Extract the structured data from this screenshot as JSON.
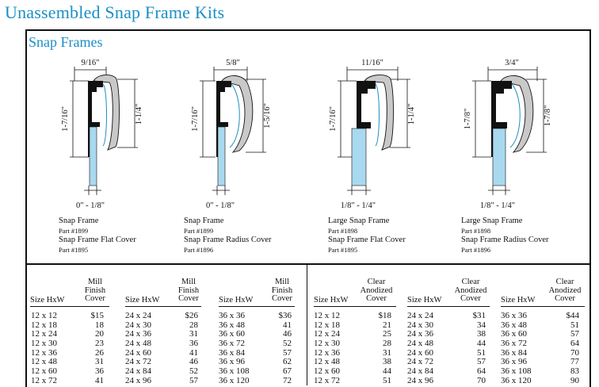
{
  "page": {
    "title": "Unassembled Snap Frame Kits",
    "section_title": "Snap Frames"
  },
  "diagrams": [
    {
      "top_dim": "9/16\"",
      "left_dim": "1-7/16\"",
      "right_dim": "1-1/4\"",
      "bottom_dim": "0\" - 1/8\"",
      "name": "Snap Frame",
      "part": "Part #1899",
      "cover": "Snap Frame Flat Cover",
      "cover_part": "Part #1895"
    },
    {
      "top_dim": "5/8\"",
      "left_dim": "1-7/16\"",
      "right_dim": "1-5/16\"",
      "bottom_dim": "0\" - 1/8\"",
      "name": "Snap Frame",
      "part": "Part #1899",
      "cover": "Snap Frame Radius Cover",
      "cover_part": "Part #1896"
    },
    {
      "top_dim": "11/16\"",
      "left_dim": "1-7/16\"",
      "right_dim": "1-1/4\"",
      "bottom_dim": "1/8\" - 1/4\"",
      "name": "Large Snap Frame",
      "part": "Part #1898",
      "cover": "Snap Frame Flat Cover",
      "cover_part": "Part #1895"
    },
    {
      "top_dim": "3/4\"",
      "left_dim": "1-7/8\"",
      "right_dim": "1-7/8\"",
      "bottom_dim": "1/8\" - 1/4\"",
      "name": "Large Snap Frame",
      "part": "Part #1898",
      "cover": "Snap Frame Radius Cover",
      "cover_part": "Part #1896"
    }
  ],
  "table": {
    "size_header": "Size HxW",
    "mill_header": [
      "Mill",
      "Finish",
      "Cover"
    ],
    "anodized_header": [
      "Clear",
      "Anodized",
      "Cover"
    ],
    "mill_columns": [
      {
        "sizes": [
          "12 x 12",
          "12 x 18",
          "12 x 24",
          "12 x 30",
          "12 x 36",
          "12 x 48",
          "12 x 60",
          "12 x 72"
        ],
        "prices": [
          "$15",
          "18",
          "20",
          "23",
          "26",
          "31",
          "36",
          "41"
        ]
      },
      {
        "sizes": [
          "24 x 24",
          "24 x 30",
          "24 x 36",
          "24 x 48",
          "24 x 60",
          "24 x 72",
          "24 x 84",
          "24 x 96"
        ],
        "prices": [
          "$26",
          "28",
          "31",
          "36",
          "41",
          "46",
          "52",
          "57"
        ]
      },
      {
        "sizes": [
          "36 x 36",
          "36 x 48",
          "36 x 60",
          "36 x 72",
          "36 x 84",
          "36 x 96",
          "36 x 108",
          "36 x 120"
        ],
        "prices": [
          "$36",
          "41",
          "46",
          "52",
          "57",
          "62",
          "67",
          "72"
        ]
      }
    ],
    "anodized_columns": [
      {
        "sizes": [
          "12 x 12",
          "12 x 18",
          "12 x 24",
          "12 x 30",
          "12 x 36",
          "12 x 48",
          "12 x 60",
          "12 x 72"
        ],
        "prices": [
          "$18",
          "21",
          "25",
          "28",
          "31",
          "38",
          "44",
          "51"
        ]
      },
      {
        "sizes": [
          "24 x 24",
          "24 x 30",
          "24 x 36",
          "24 x 48",
          "24 x 60",
          "24 x 72",
          "24 x 84",
          "24 x 96"
        ],
        "prices": [
          "$31",
          "34",
          "38",
          "44",
          "51",
          "57",
          "64",
          "70"
        ]
      },
      {
        "sizes": [
          "36 x 36",
          "36 x 48",
          "36 x 60",
          "36 x 72",
          "36 x 84",
          "36 x 96",
          "36 x 108",
          "36 x 120"
        ],
        "prices": [
          "$44",
          "51",
          "57",
          "64",
          "70",
          "77",
          "83",
          "90"
        ]
      }
    ]
  },
  "colors": {
    "accent": "#1b8fc4",
    "panel_blue": "#a9d9ef",
    "profile_gray": "#c9c9c9"
  }
}
